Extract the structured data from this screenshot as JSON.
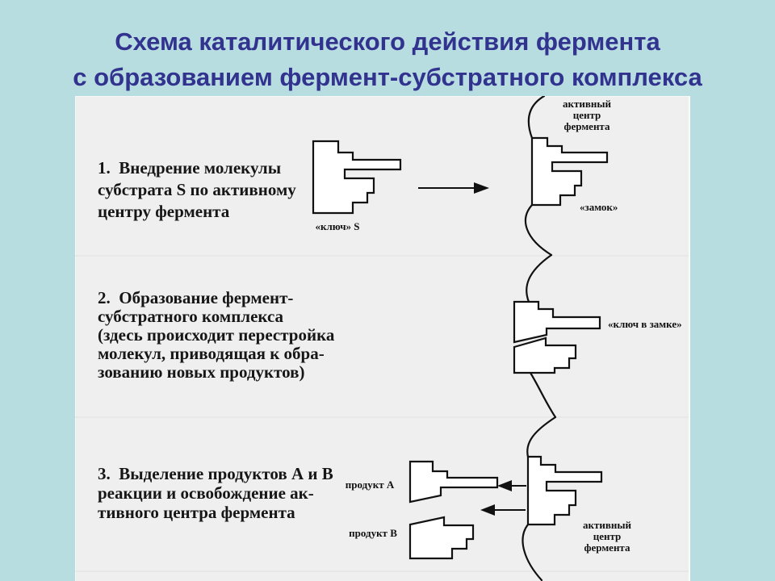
{
  "title": {
    "line1": "Схема каталитического действия фермента",
    "line2": "с образованием фермент-субстратного комплекса"
  },
  "steps": [
    {
      "lines": [
        "1.  Внедрение молекулы",
        "субстрата S по активному",
        "центру фермента"
      ]
    },
    {
      "lines": [
        "2.  Образование фермент-",
        "субстратного комплекса",
        "(здесь происходит перестройка",
        "молекул, приводящая к обра-",
        "зованию новых продуктов)"
      ]
    },
    {
      "lines": [
        "3.  Выделение продуктов А и В",
        "реакции и освобождение ак-",
        "тивного центра фермента"
      ]
    }
  ],
  "labels": {
    "key_s": "«ключ» S",
    "active_center_top": [
      "активный",
      "центр",
      "фермента"
    ],
    "lock": "«замок»",
    "key_in_lock": "«ключ в замке»",
    "product_a": "продукт А",
    "product_b": "продукт В",
    "active_center_bottom": [
      "активный",
      "центр",
      "фермента"
    ]
  },
  "colors": {
    "background": "#b8dde1",
    "panel": "#efeff0",
    "title_text": "#31338f",
    "ink": "#111111"
  }
}
